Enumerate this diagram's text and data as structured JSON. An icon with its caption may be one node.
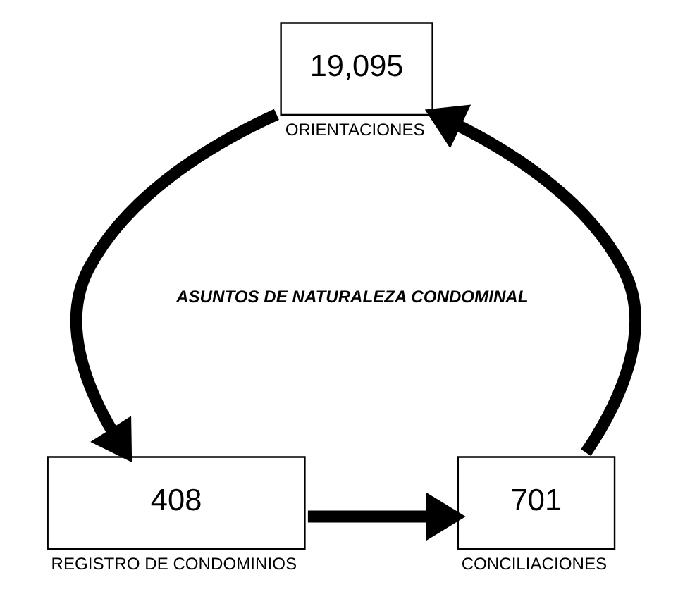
{
  "diagram": {
    "nodes": [
      {
        "text": [
          "19,095"
        ],
        "beside": [
          "ORIENTACIONES"
        ]
      },
      {
        "text": [
          "408"
        ],
        "beside": [
          "REGISTRO DE CONDOMINIOS"
        ]
      },
      {
        "text": [
          "701"
        ],
        "beside": [
          "CONCILIACIONES"
        ]
      }
    ],
    "edges": [
      {
        "from": 2,
        "to": 0,
        "arrow": "to"
      },
      {
        "from": 0,
        "to": 1,
        "arrow": "to"
      },
      {
        "from": 1,
        "to": 2,
        "arrow": "to"
      }
    ],
    "labels": [
      "ASUNTOS DE NATURALEZA CONDOMINAL"
    ]
  }
}
